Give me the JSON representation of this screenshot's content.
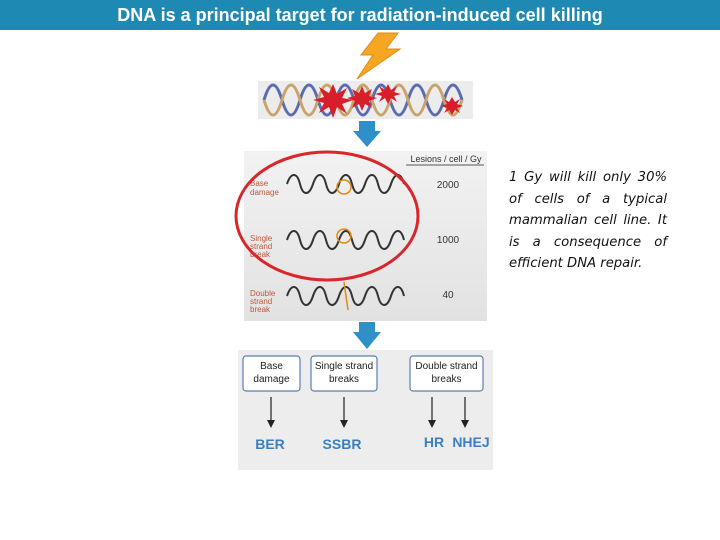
{
  "title": "DNA is a principal target for radiation-induced cell killing",
  "lesions_panel": {
    "header": "Lesions / cell / Gy",
    "rows": [
      {
        "label_lines": [
          "Base",
          "damage"
        ],
        "value": "2000"
      },
      {
        "label_lines": [
          "Single",
          "strand",
          "break"
        ],
        "value": "1000"
      },
      {
        "label_lines": [
          "Double",
          "strand",
          "break"
        ],
        "value": "40"
      }
    ]
  },
  "repair_panel": {
    "boxes": [
      {
        "lines": [
          "Base",
          "damage"
        ]
      },
      {
        "lines": [
          "Single strand",
          "breaks"
        ]
      },
      {
        "lines": [
          "Double strand",
          "breaks"
        ]
      }
    ],
    "pathways": [
      "BER",
      "SSBR",
      "HR",
      "NHEJ"
    ]
  },
  "note": "1 Gy will kill only 30% of cells of a typical mammalian cell line. It is a consequence of efficient DNA repair.",
  "colors": {
    "title_bar": "#1e8ab3",
    "arrow": "#2f8fc8",
    "lightning": "#f5a623",
    "damage_burst": "#d81e2a",
    "circle": "#d9262b",
    "lesion_label": "#c0563a",
    "pathway_text": "#3c7fc0",
    "panel_bg": "#eeeeee"
  },
  "icons": [
    "lightning-icon",
    "dna-helix-icon",
    "damage-burst-icon",
    "down-arrow-icon"
  ]
}
